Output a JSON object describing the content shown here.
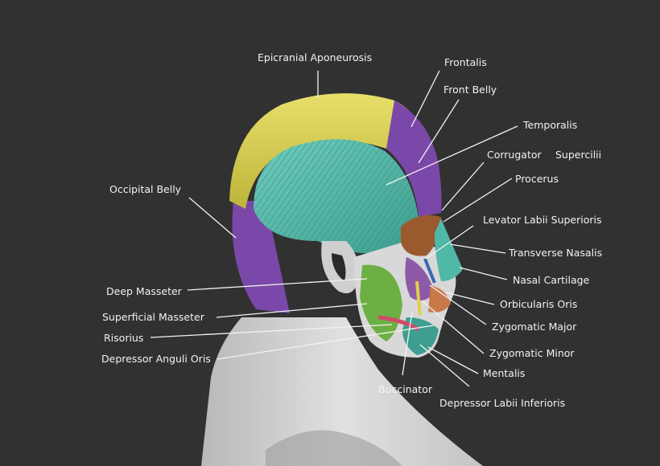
{
  "background_color": "#313131",
  "label_color": "#f2f2f2",
  "muscle_colors": {
    "aponeurosis": "#d9d14a",
    "frontalis": "#7a48a8",
    "temporalis": "#4fb8a6",
    "orbicularis_oculi": "#9a5a2e",
    "masseter": "#6cb043",
    "skin": "#d6d6d6"
  },
  "labels": {
    "epicranial_aponeurosis": "Epicranial Aponeurosis",
    "frontalis": "Frontalis",
    "front_belly": "Front Belly",
    "temporalis": "Temporalis",
    "corrugator": "Corrugator",
    "supercilii": "Supercilii",
    "procerus": "Procerus",
    "levator_labii_superioris": "Levator Labii Superioris",
    "transverse_nasalis": "Transverse Nasalis",
    "nasal_cartilage": "Nasal Cartilage",
    "orbicularis_oris": "Orbicularis Oris",
    "zygomatic_major": "Zygomatic Major",
    "zygomatic_minor": "Zygomatic Minor",
    "mentalis": "Mentalis",
    "depressor_labii_inferioris": "Depressor Labii Inferioris",
    "buccinator": "Buccinator",
    "occipital_belly": "Occipital Belly",
    "deep_masseter": "Deep Masseter",
    "superficial_masseter": "Superficial Masseter",
    "risorius": "Risorius",
    "depressor_anguli_oris": "Depressor Anguli Oris"
  }
}
